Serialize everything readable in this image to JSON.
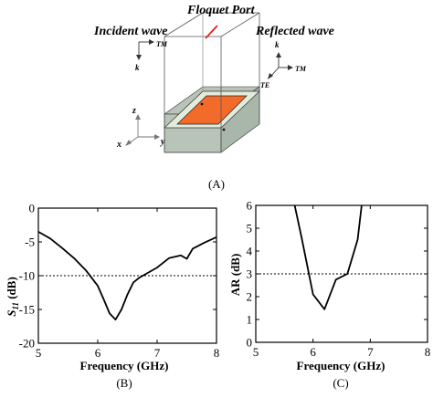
{
  "diagram": {
    "labels": {
      "floquet_port": "Floquet Port",
      "incident_wave": "Incident wave",
      "reflected_wave": "Reflected wave",
      "tm_left": "TM",
      "k_left": "k",
      "k_right": "k",
      "tm_right": "TM",
      "te_right": "TE",
      "axis_z": "z",
      "axis_x": "x",
      "axis_y": "y"
    },
    "caption": "(A)",
    "colors": {
      "patch": "#f26b2a",
      "substrate": "#e3ebdc",
      "ground": "#b8c4b8"
    }
  },
  "chart_data": [
    {
      "type": "line",
      "caption": "(B)",
      "xlabel": "Frequency (GHz)",
      "ylabel": "S11 (dB)",
      "ylabel_main": "S",
      "ylabel_sub": "11",
      "ylabel_unit": " (dB)",
      "xlim": [
        5,
        8
      ],
      "ylim": [
        -20,
        0
      ],
      "xticks": [
        "5",
        "6",
        "7",
        "8"
      ],
      "yticks": [
        "0",
        "-5",
        "-10",
        "-15",
        "-20"
      ],
      "reference_line": -10,
      "series": [
        {
          "x": [
            5.0,
            5.2,
            5.4,
            5.6,
            5.8,
            6.0,
            6.1,
            6.2,
            6.3,
            6.4,
            6.5,
            6.6,
            6.7,
            6.8,
            7.0,
            7.2,
            7.4,
            7.5,
            7.6,
            7.8,
            8.0
          ],
          "y": [
            -3.5,
            -4.5,
            -5.9,
            -7.4,
            -9.2,
            -11.5,
            -13.5,
            -15.6,
            -16.5,
            -15.0,
            -12.8,
            -11.0,
            -10.3,
            -9.8,
            -8.8,
            -7.4,
            -7.0,
            -7.5,
            -6.0,
            -5.1,
            -4.3
          ]
        }
      ]
    },
    {
      "type": "line",
      "caption": "(C)",
      "xlabel": "Frequency (GHz)",
      "ylabel": "AR (dB)",
      "xlim": [
        5,
        8
      ],
      "ylim": [
        0,
        6
      ],
      "xticks": [
        "5",
        "6",
        "7",
        "8"
      ],
      "yticks": [
        "0",
        "1",
        "2",
        "3",
        "4",
        "5",
        "6"
      ],
      "reference_line": 3,
      "series": [
        {
          "x": [
            5.68,
            5.8,
            6.0,
            6.2,
            6.4,
            6.6,
            6.78,
            6.85
          ],
          "y": [
            6.0,
            4.6,
            2.1,
            1.45,
            2.75,
            3.0,
            4.5,
            6.0
          ]
        }
      ]
    }
  ]
}
